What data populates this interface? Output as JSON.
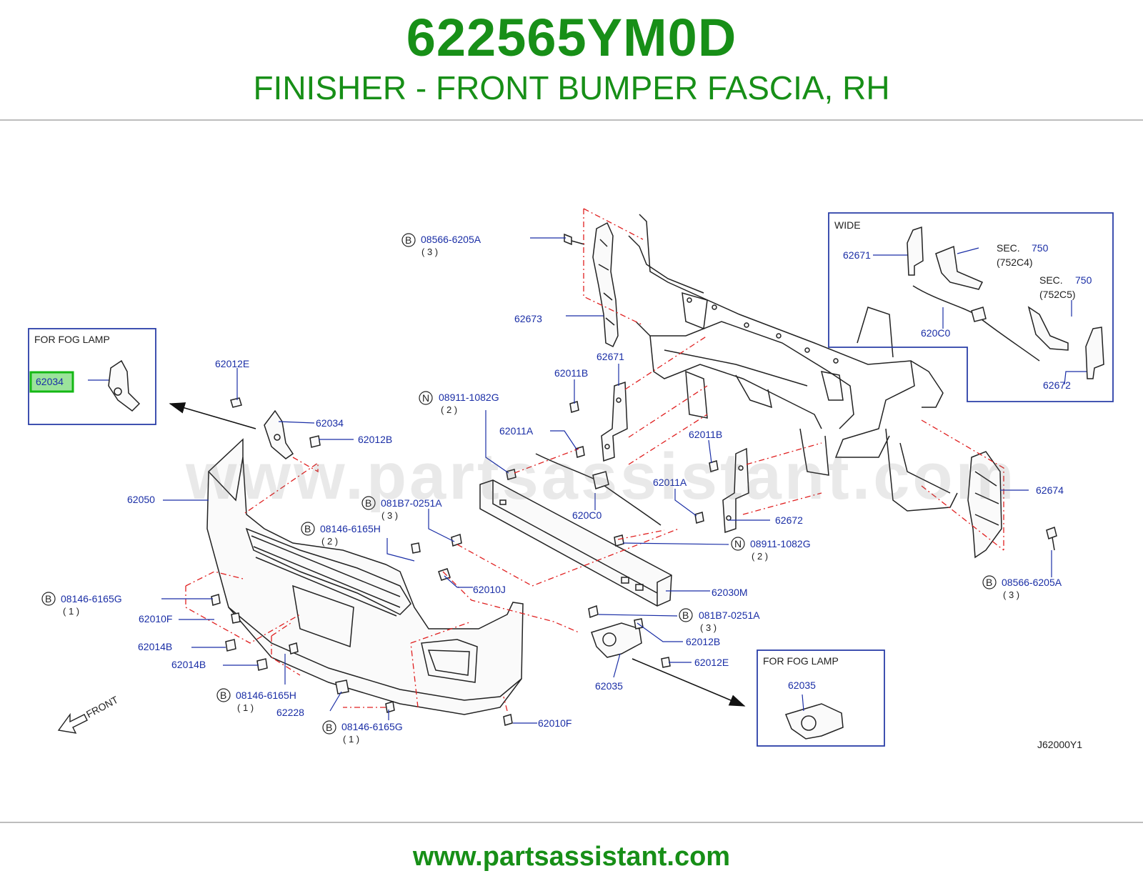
{
  "header": {
    "part_number": "622565YM0D",
    "part_name": "FINISHER - FRONT BUMPER FASCIA, RH"
  },
  "watermark": "www.partsassistant.com",
  "footer": {
    "url": "www.partsassistant.com"
  },
  "diagram": {
    "code": "J62000Y1",
    "front_label": "FRONT",
    "highlight_color": "#9be39b",
    "label_color": "#1a2ea6",
    "title_color": "#178f17",
    "boxes": {
      "fog_left": {
        "title": "FOR   FOG   LAMP",
        "part": "62034"
      },
      "fog_right": {
        "title": "FOR   FOG   LAMP",
        "part": "62035"
      },
      "wide": {
        "title": "WIDE",
        "sec1": "SEC.",
        "sec1_num": "750",
        "sec1_sub": "(752C4)",
        "sec2": "SEC.",
        "sec2_num": "750",
        "sec2_sub": "(752C5)"
      }
    },
    "labels": {
      "b_08566_top": "08566-6205A",
      "b_08566_top_qty": "( 3 )",
      "p62673": "62673",
      "p62671_wide": "62671",
      "p620c0_wide": "620C0",
      "p62672_wide": "62672",
      "p62012e_top": "62012E",
      "p62034": "62034",
      "p62012b_top": "62012B",
      "p62671": "62671",
      "p62011b_a": "62011B",
      "n_08911_top": "08911-1082G",
      "n_08911_top_qty": "( 2 )",
      "p62011a_a": "62011A",
      "p62011b_b": "62011B",
      "p62011a_b": "62011A",
      "p62674": "62674",
      "p62050": "62050",
      "b_081b7_top": "081B7-0251A",
      "b_081b7_top_qty": "( 3 )",
      "b_08146h_top": "08146-6165H",
      "b_08146h_top_qty": "( 2 )",
      "p620c0": "620C0",
      "p62672": "62672",
      "n_08911_bot": "08911-1082G",
      "n_08911_bot_qty": "( 2 )",
      "b_08566_bot": "08566-6205A",
      "b_08566_bot_qty": "( 3 )",
      "p62010j": "62010J",
      "p62030m": "62030M",
      "b_08146g_left": "08146-6165G",
      "b_08146g_left_qty": "( 1 )",
      "p62010f_left": "62010F",
      "p62014b_a": "62014B",
      "p62014b_b": "62014B",
      "b_081b7_bot": "081B7-0251A",
      "b_081b7_bot_qty": "( 3 )",
      "p62012b_bot": "62012B",
      "p62012e_bot": "62012E",
      "p62035": "62035",
      "b_08146h_bot": "08146-6165H",
      "b_08146h_bot_qty": "( 1 )",
      "p62228": "62228",
      "b_08146g_bot": "08146-6165G",
      "b_08146g_bot_qty": "( 1 )",
      "p62010f_bot": "62010F"
    },
    "badges": {
      "b": "B",
      "n": "N"
    }
  }
}
